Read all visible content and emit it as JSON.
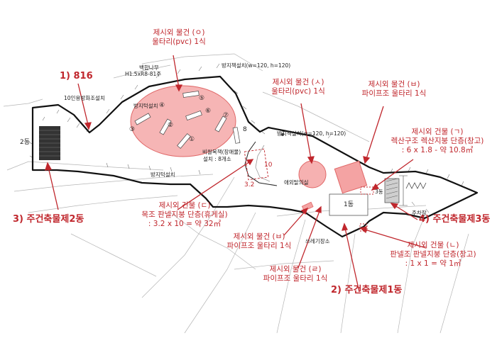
{
  "red_labels": {
    "item_o": {
      "title": "제시외 물건 (ㅇ)",
      "desc": "울타리(pvc) 1식"
    },
    "item_s": {
      "title": "제시외 물건 (ㅅ)",
      "desc": "울타리(pvc) 1식"
    },
    "item_b_top": {
      "title": "제시외 물건 (ㅂ)",
      "desc": "파이프조 울타리 1식"
    },
    "bldg_g": {
      "title": "제시외 건물 (ㄱ)",
      "line2": "렉산구조 렉산지붕 단층(창고)",
      "line3": ": 6 x 1.8 - 약 10.8㎡"
    },
    "bldg_d": {
      "title": "제시외 건물 (ㄷ)",
      "line2": "목조 판넬지붕 단층(휴게실)",
      "line3": ": 3.2 x 10 = 약 32㎡"
    },
    "item_b_bottom": {
      "title": "제시외 물건 (ㅂ)",
      "desc": "파이프조 울타리 1식"
    },
    "item_r": {
      "title": "제시외 물건 (ㄹ)",
      "desc": "파이프조 울타리 1식"
    },
    "bldg_n": {
      "title": "제시외 건물 (ㄴ)",
      "line2": "판넬조 판넬지붕 단층(창고)",
      "line3": ": 1 x 1 = 약 1㎡"
    }
  },
  "numbered_labels": {
    "n1": "1) 816",
    "n2": "2) 주건축물제1동",
    "n3": "3) 주건축물제2동",
    "n4": "4) 주건축물제3동"
  },
  "map_labels": {
    "tree": "백합나무",
    "tree_spec": "H1.5xR8-81주",
    "fence_top": "방지책설치(w=120, h=120)",
    "fence_mid": "방지책설치(w=120, h=120)",
    "fire": "10인용방화조설치",
    "fire_pit": "방지턱설치",
    "bench": "비월목책(장애물)",
    "bench_count": "설치 : 8개소",
    "bottom_fence": "방지턱설치",
    "toilet": "애외탈의실",
    "parking": "쓰레기장소",
    "dong1": "1동",
    "dong2": "2동",
    "dong3": "3동",
    "dong3b": "주차장",
    "n8": "8",
    "dim_10": "10",
    "dim_32": "3.2",
    "circle_nums": [
      "①",
      "②",
      "③",
      "④",
      "⑤",
      "⑥",
      "⑦"
    ]
  },
  "colors": {
    "red": "#c0272d",
    "pink_fill": "#f4a3a3",
    "pink_stroke": "#e06767",
    "boundary": "#111111"
  }
}
